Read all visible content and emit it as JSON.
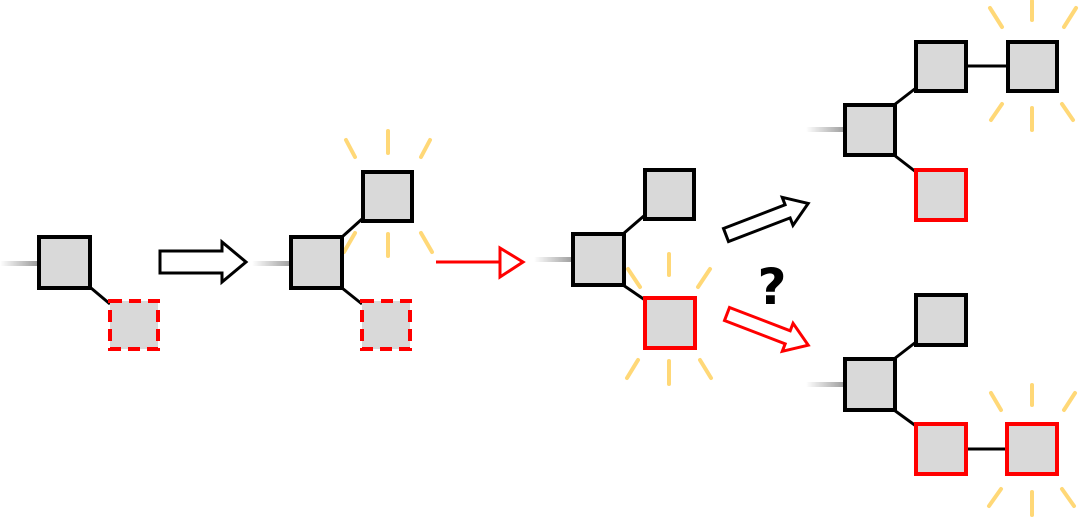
{
  "colors": {
    "node_fill": "#d9d9d9",
    "node_stroke": "#000000",
    "highlight_stroke": "#ff0000",
    "glow": "#ffd877",
    "background": "#ffffff"
  },
  "labels": {
    "question_mark": "?"
  },
  "stages": [
    {
      "id": "stage-1",
      "nodes": [
        "root",
        "child-pending-dashed"
      ]
    },
    {
      "id": "stage-2",
      "nodes": [
        "root",
        "child-upper-glowing",
        "child-pending-dashed"
      ]
    },
    {
      "id": "stage-3",
      "nodes": [
        "root",
        "child-upper",
        "child-lower-red-glowing"
      ]
    },
    {
      "id": "outcome-top",
      "nodes": [
        "root",
        "child-upper",
        "grandchild-right-glowing",
        "child-lower-red"
      ]
    },
    {
      "id": "outcome-bottom",
      "nodes": [
        "root",
        "child-upper",
        "child-lower-red",
        "grandchild-red-glowing"
      ]
    }
  ],
  "arrows": [
    {
      "id": "arrow-1",
      "style": "outline-black"
    },
    {
      "id": "arrow-2",
      "style": "line-red"
    },
    {
      "id": "arrow-3-up",
      "style": "outline-black"
    },
    {
      "id": "arrow-3-down",
      "style": "outline-red"
    }
  ]
}
